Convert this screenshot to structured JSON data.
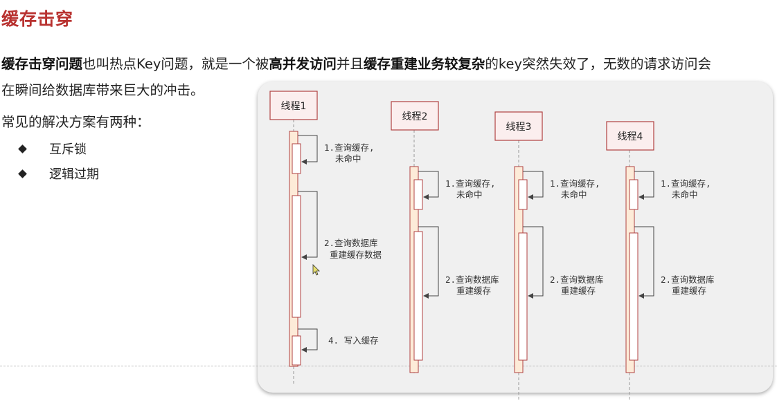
{
  "title": "缓存击穿",
  "intro": {
    "p1_bold": "缓存击穿问题",
    "p2": "也叫热点Key问题，就是一个被",
    "p3_bold": "高并发访问",
    "p4": "并且",
    "p5_bold": "缓存重建业务较复杂",
    "p6": "的key突然失效了，无数的请求访问会",
    "line2": "在瞬间给数据库带来巨大的冲击。"
  },
  "solutions": {
    "heading": "常见的解决方案有两种：",
    "items": [
      "互斥锁",
      "逻辑过期"
    ]
  },
  "diagram": {
    "threads": [
      "线程1",
      "线程2",
      "线程3",
      "线程4"
    ],
    "t1_step1": [
      "1.查询缓存,",
      "未命中"
    ],
    "t1_step2": [
      "2.查询数据库",
      "重建缓存数据"
    ],
    "t1_step4": "4. 写入缓存",
    "other_step1": [
      "1.查询缓存,",
      "未命中"
    ],
    "other_step2": [
      "2.查询数据库",
      "重建缓存"
    ]
  },
  "colors": {
    "title": "#b8312f",
    "thread_border": "#b04040",
    "activation_border": "#b04040",
    "activation_fill": "#fdebd8"
  }
}
